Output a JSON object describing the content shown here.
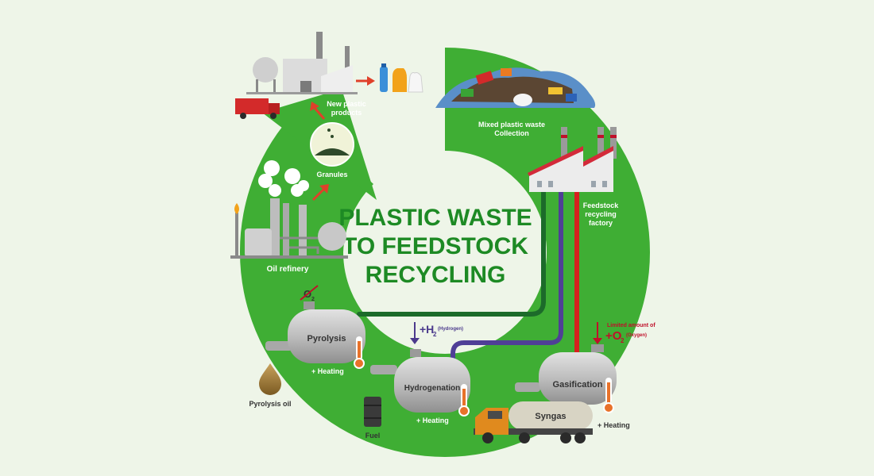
{
  "title": {
    "line1": "PLASTIC WASTE",
    "line2": "TO FEEDSTOCK",
    "line3": "RECYCLING"
  },
  "steps": {
    "collection": {
      "line1": "Mixed plastic waste",
      "line2": "Collection"
    },
    "factory": {
      "line1": "Feedstock",
      "line2": "recycling",
      "line3": "factory"
    },
    "gasification": {
      "label": "Gasification",
      "heating": "+ Heating",
      "oxygen_note": "Limited amount of",
      "oxygen_formula": "+O",
      "oxygen_sub": "2",
      "oxygen_name": "(Oxygen)"
    },
    "syngas": {
      "label": "Syngas"
    },
    "hydrogenation": {
      "label": "Hydrogenation",
      "heating": "+ Heating",
      "hydrogen_formula": "+H",
      "hydrogen_sub": "2",
      "hydrogen_name": "(Hydrogen)"
    },
    "fuel": {
      "label": "Fuel"
    },
    "pyrolysis": {
      "label": "Pyrolysis",
      "heating": "+ Heating",
      "no_oxygen": "O",
      "no_oxygen_sub": "2"
    },
    "pyrolysis_oil": {
      "label": "Pyrolysis oil"
    },
    "refinery": {
      "label": "Oil refinery"
    },
    "granules": {
      "label": "Granules"
    },
    "products": {
      "line1": "New plastic",
      "line2": "products"
    }
  },
  "colors": {
    "cycle_green": "#3fae34",
    "title_green": "#1d8a24",
    "pipe_dark_green": "#1c6b2a",
    "pipe_purple": "#4f3f96",
    "pipe_red": "#d6201e",
    "tank_gray": "#b9b9b9",
    "background": "#eef5e8"
  }
}
